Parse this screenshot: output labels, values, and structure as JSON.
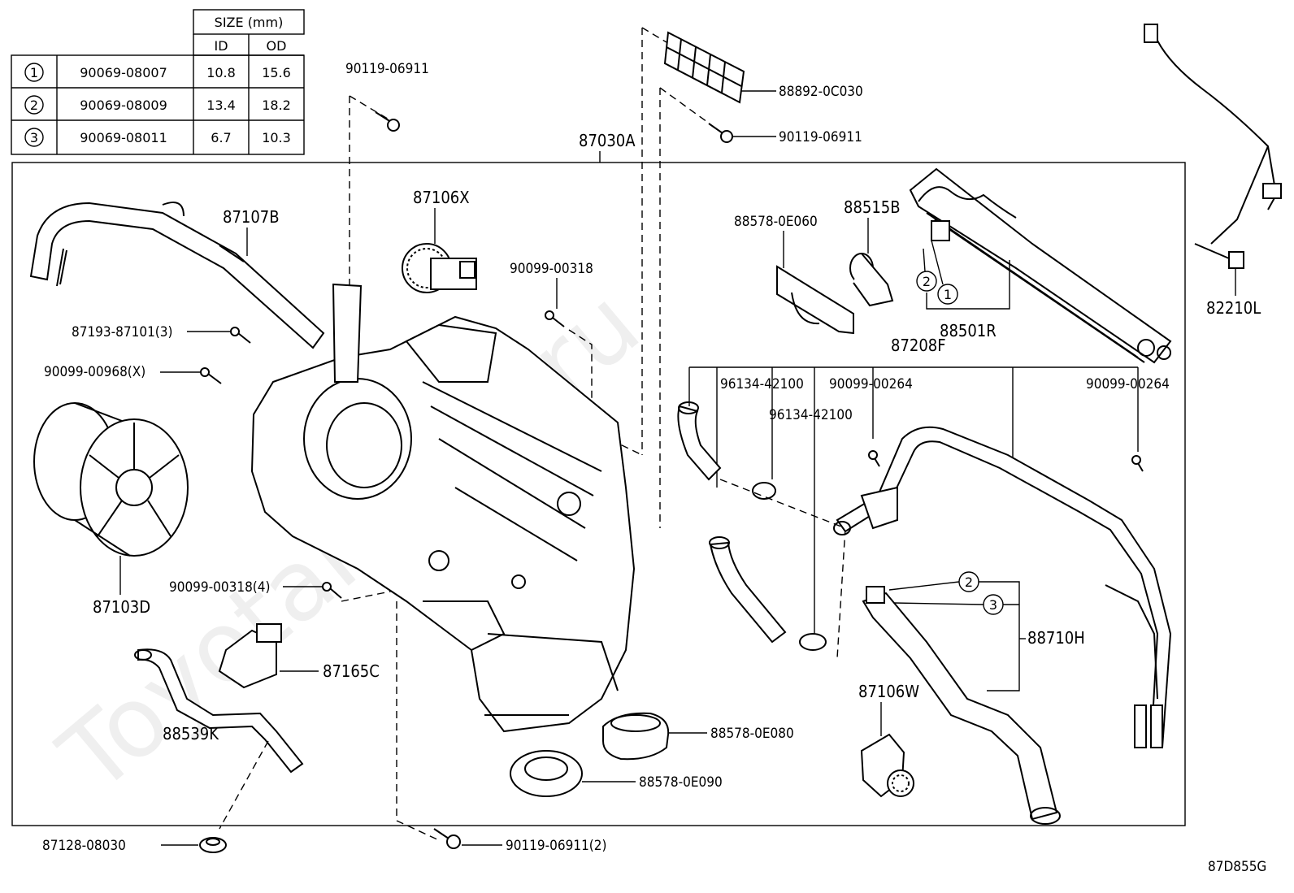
{
  "size_table": {
    "header_size": "SIZE (mm)",
    "header_id": "ID",
    "header_od": "OD",
    "rows": [
      {
        "idx": "1",
        "part": "90069-08007",
        "id": "10.8",
        "od": "15.6"
      },
      {
        "idx": "2",
        "part": "90069-08009",
        "id": "13.4",
        "od": "18.2"
      },
      {
        "idx": "3",
        "part": "90069-08011",
        "id": "6.7",
        "od": "10.3"
      }
    ]
  },
  "labels": {
    "l_90119_top": "90119-06911",
    "l_88892": "88892-0C030",
    "l_90119_right": "90119-06911",
    "l_87030A": "87030A",
    "l_87107B": "87107B",
    "l_87106X": "87106X",
    "l_90099_00318": "90099-00318",
    "l_87193": "87193-87101(3)",
    "l_90099_00968": "90099-00968(X)",
    "l_87103D": "87103D",
    "l_90099_00318_4": "90099-00318(4)",
    "l_87165C": "87165C",
    "l_88539K": "88539K",
    "l_87128": "87128-08030",
    "l_90119_bottom": "90119-06911(2)",
    "l_88578_0E080": "88578-0E080",
    "l_88578_0E090": "88578-0E090",
    "l_88578_0E060": "88578-0E060",
    "l_88515B": "88515B",
    "l_88501R": "88501R",
    "l_82210L": "82210L",
    "l_87208F": "87208F",
    "l_96134_a": "96134-42100",
    "l_96134_b": "96134-42100",
    "l_90099_00264_a": "90099-00264",
    "l_90099_00264_b": "90099-00264",
    "l_88710H": "88710H",
    "l_87106W": "87106W",
    "c1_a": "1",
    "c2_a": "2",
    "c2_b": "2",
    "c3_b": "3",
    "diagram_code": "87D855G"
  },
  "watermark": "ToyotaMiner.ru"
}
